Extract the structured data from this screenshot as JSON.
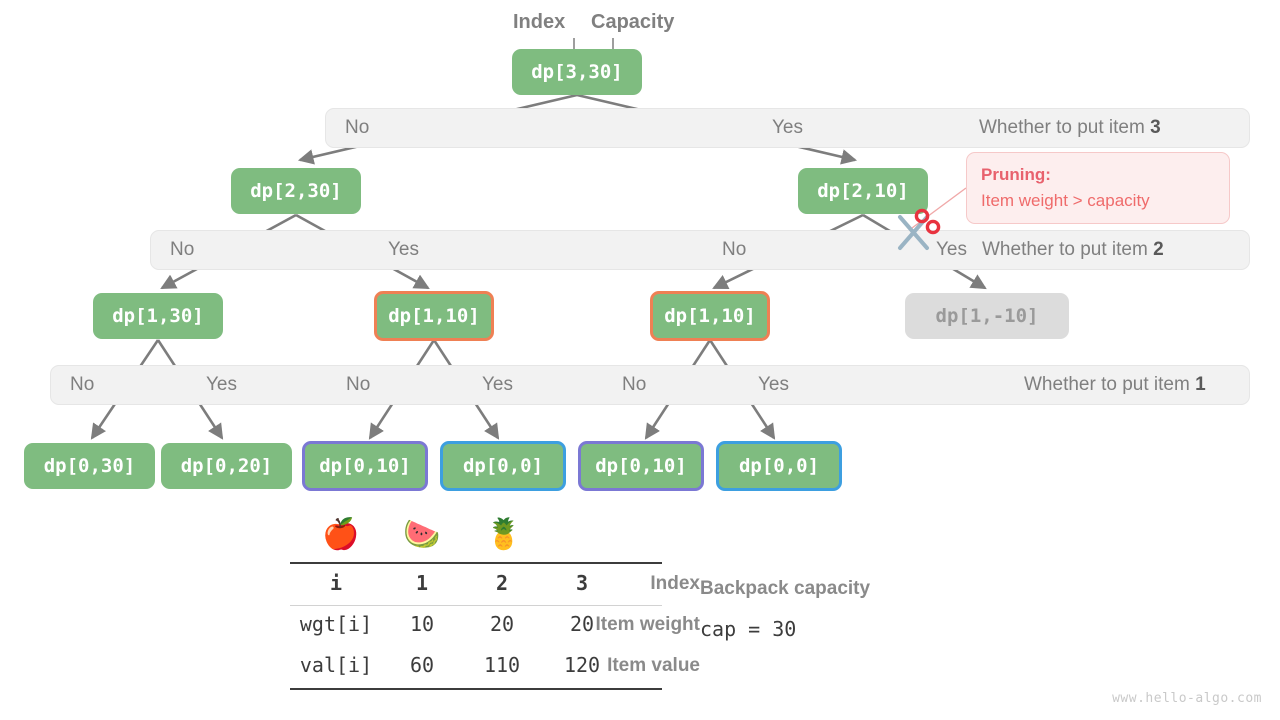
{
  "header": {
    "index_label": "Index",
    "capacity_label": "Capacity"
  },
  "tree": {
    "root": {
      "label": "dp[3,30]"
    },
    "level2": [
      {
        "label": "dp[2,30]"
      },
      {
        "label": "dp[2,10]"
      }
    ],
    "level3": [
      {
        "label": "dp[1,30]"
      },
      {
        "label": "dp[1,10]"
      },
      {
        "label": "dp[1,10]"
      },
      {
        "label": "dp[1,-10]"
      }
    ],
    "level4": [
      {
        "label": "dp[0,30]"
      },
      {
        "label": "dp[0,20]"
      },
      {
        "label": "dp[0,10]"
      },
      {
        "label": "dp[0,0]"
      },
      {
        "label": "dp[0,10]"
      },
      {
        "label": "dp[0,0]"
      }
    ]
  },
  "bars": [
    {
      "question": "Whether to put item ",
      "item": "3",
      "choices": [
        "No",
        "Yes"
      ]
    },
    {
      "question": "Whether to put item ",
      "item": "2",
      "choices": [
        "No",
        "Yes",
        "No",
        "Yes"
      ]
    },
    {
      "question": "Whether to put item ",
      "item": "1",
      "choices": [
        "No",
        "Yes",
        "No",
        "Yes",
        "No",
        "Yes"
      ]
    }
  ],
  "callout": {
    "title": "Pruning",
    "colon": ":",
    "detail": "Item weight > capacity"
  },
  "spec_table": {
    "row_labels": [
      "Index",
      "Item weight",
      "Item value"
    ],
    "keys": [
      "i",
      "wgt[i]",
      "val[i]"
    ],
    "columns": [
      "1",
      "2",
      "3"
    ],
    "weights": [
      "10",
      "20",
      "20"
    ],
    "values": [
      "60",
      "110",
      "120"
    ],
    "icons": [
      "apple-icon",
      "watermelon-icon",
      "pineapple-icon"
    ],
    "icon_glyphs": [
      "🍎",
      "🍉",
      "🍍"
    ]
  },
  "capacity": {
    "title": "Backpack capacity",
    "value": "cap = 30"
  },
  "watermark": "www.hello-algo.com",
  "colors": {
    "node_green": "#7fbc80",
    "node_muted": "#dcdcdc",
    "accent_orange": "#ef8054",
    "accent_purple": "#7b78d4",
    "accent_blue": "#3d9fe0",
    "pruning_red": "#ef6b6b",
    "bar_gray": "#f2f2f2",
    "arrow_gray": "#7d7d7d"
  }
}
